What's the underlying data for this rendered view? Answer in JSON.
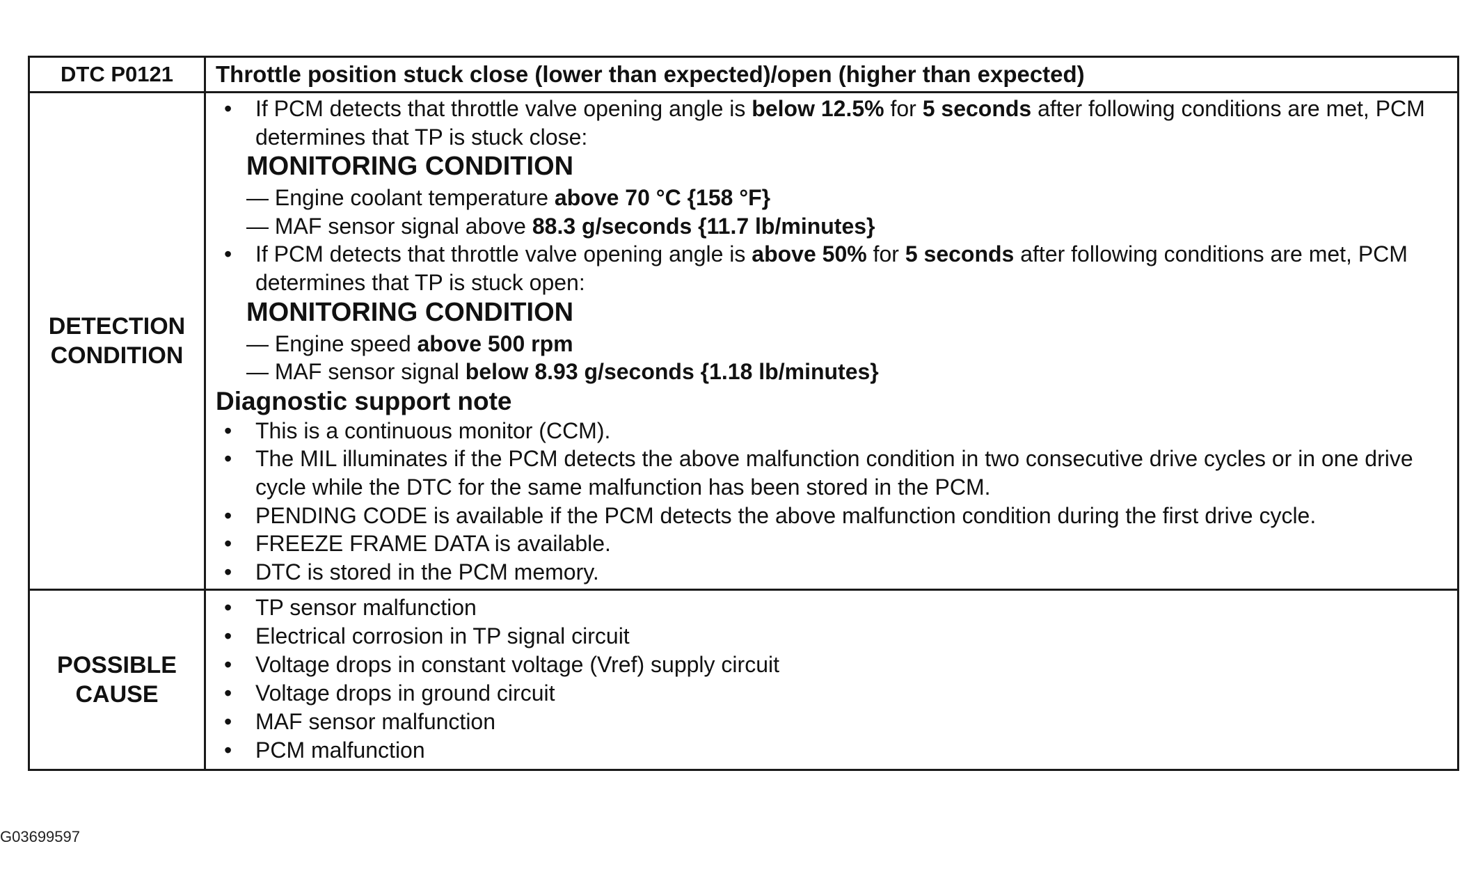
{
  "header": {
    "dtc_code": "DTC P0121",
    "title": "Throttle position stuck close (lower than expected)/open (higher than expected)"
  },
  "detection": {
    "label_line1": "DETECTION",
    "label_line2": "CONDITION",
    "close": {
      "intro_1": "If PCM detects that throttle valve opening angle is ",
      "intro_b1": "below 12.5%",
      "intro_2": " for ",
      "intro_b2": "5 seconds",
      "intro_3": " after following conditions are met, PCM determines that TP is stuck close:",
      "monitor_heading": "MONITORING CONDITION",
      "cond1_text": "— Engine coolant temperature ",
      "cond1_bold": "above 70 °C {158 °F}",
      "cond2_text": "— MAF sensor signal above ",
      "cond2_bold": "88.3 g/seconds {11.7 lb/minutes}"
    },
    "open": {
      "intro_1": "If PCM detects that throttle valve opening angle is ",
      "intro_b1": "above 50%",
      "intro_2": " for ",
      "intro_b2": "5 seconds",
      "intro_3": " after following conditions are met, PCM determines that TP is stuck open:",
      "monitor_heading": "MONITORING CONDITION",
      "cond1_text": "— Engine speed ",
      "cond1_bold": "above 500 rpm",
      "cond2_text": "— MAF sensor signal ",
      "cond2_bold": "below 8.93 g/seconds {1.18 lb/minutes}"
    },
    "support_heading": "Diagnostic support note",
    "support_notes": [
      "This is a continuous monitor (CCM).",
      "The MIL illuminates if the PCM detects the above malfunction condition in two consecutive drive cycles or in one drive cycle while the DTC for the same malfunction has been stored in the PCM.",
      "PENDING CODE is available if the PCM detects the above malfunction condition during the first drive cycle.",
      "FREEZE FRAME DATA is available.",
      "DTC is stored in the PCM memory."
    ]
  },
  "causes": {
    "label_line1": "POSSIBLE",
    "label_line2": "CAUSE",
    "items": [
      "TP sensor malfunction",
      "Electrical corrosion in TP signal circuit",
      "Voltage drops in constant voltage (Vref) supply circuit",
      "Voltage drops in ground circuit",
      "MAF sensor malfunction",
      "PCM malfunction"
    ]
  },
  "footer": {
    "figure_id": "G03699597"
  }
}
